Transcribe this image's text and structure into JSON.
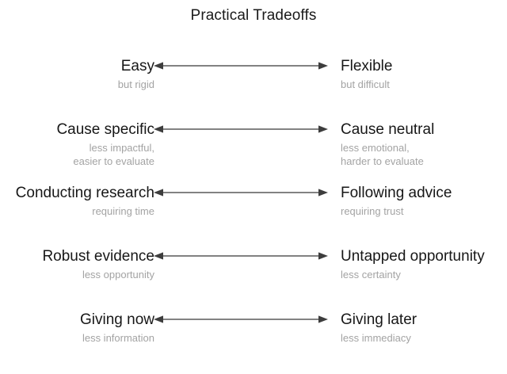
{
  "title": "Practical Tradeoffs",
  "colors": {
    "background": "#ffffff",
    "main_text": "#171717",
    "sub_text": "#a3a3a3",
    "arrow": "#595959"
  },
  "arrow": {
    "icon": "double-headed-arrow-icon",
    "direction": "bidirectional"
  },
  "rows": [
    {
      "left": {
        "label": "Easy",
        "sublines": [
          "but rigid"
        ]
      },
      "right": {
        "label": "Flexible",
        "sublines": [
          "but difficult"
        ]
      }
    },
    {
      "left": {
        "label": "Cause specific",
        "sublines": [
          "less impactful,",
          "easier to evaluate"
        ]
      },
      "right": {
        "label": "Cause neutral",
        "sublines": [
          "less emotional,",
          "harder to evaluate"
        ]
      }
    },
    {
      "left": {
        "label": "Conducting research",
        "sublines": [
          "requiring time"
        ]
      },
      "right": {
        "label": "Following advice",
        "sublines": [
          "requiring trust"
        ]
      }
    },
    {
      "left": {
        "label": "Robust evidence",
        "sublines": [
          "less opportunity"
        ]
      },
      "right": {
        "label": "Untapped opportunity",
        "sublines": [
          "less certainty"
        ]
      }
    },
    {
      "left": {
        "label": "Giving now",
        "sublines": [
          "less information"
        ]
      },
      "right": {
        "label": "Giving later",
        "sublines": [
          "less immediacy"
        ]
      }
    }
  ]
}
